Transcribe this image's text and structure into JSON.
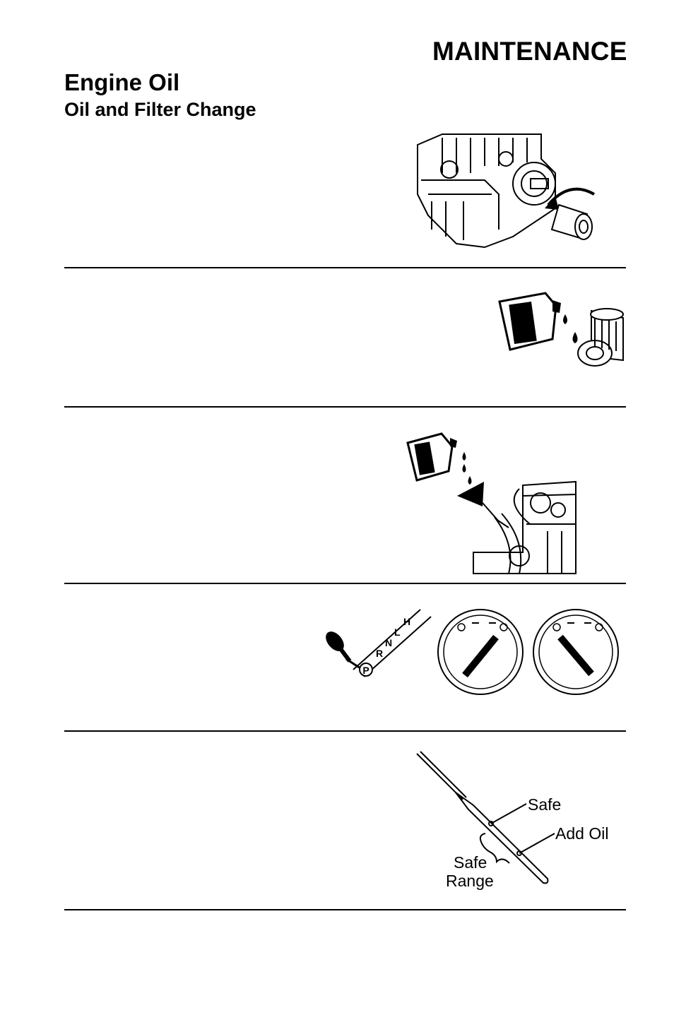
{
  "header": {
    "section": "MAINTENANCE"
  },
  "page": {
    "title": "Engine Oil",
    "subtitle": "Oil and Filter Change"
  },
  "figures": {
    "filter_removal": {
      "icon": "engine-filter-removal-icon"
    },
    "prelube_filter": {
      "icon": "oil-bottle-filter-icon"
    },
    "fill_oil": {
      "icon": "oil-fill-funnel-icon"
    },
    "start_engine": {
      "icon": "gear-selector-ignition-icon",
      "gear_letters": [
        "P",
        "R",
        "N",
        "L",
        "H"
      ]
    },
    "dipstick": {
      "icon": "dipstick-icon",
      "label_safe": "Safe",
      "label_add_oil": "Add Oil",
      "label_range_1": "Safe",
      "label_range_2": "Range"
    }
  }
}
